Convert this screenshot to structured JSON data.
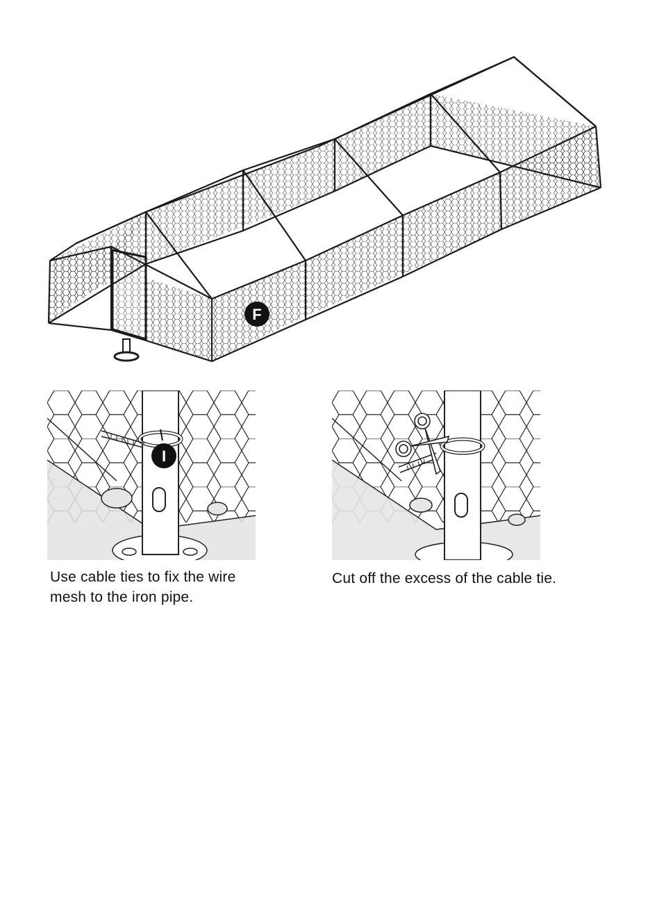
{
  "figure": {
    "part_label": "F"
  },
  "step1": {
    "part_label": "I",
    "caption": "Use cable ties to fix the wire mesh to the iron pipe."
  },
  "step2": {
    "caption": "Cut off the excess of the cable tie."
  },
  "colors": {
    "line": "#1a1a1a",
    "floor_shade": "#e6e6e6",
    "label_fill": "#111111",
    "label_text": "#ffffff"
  }
}
